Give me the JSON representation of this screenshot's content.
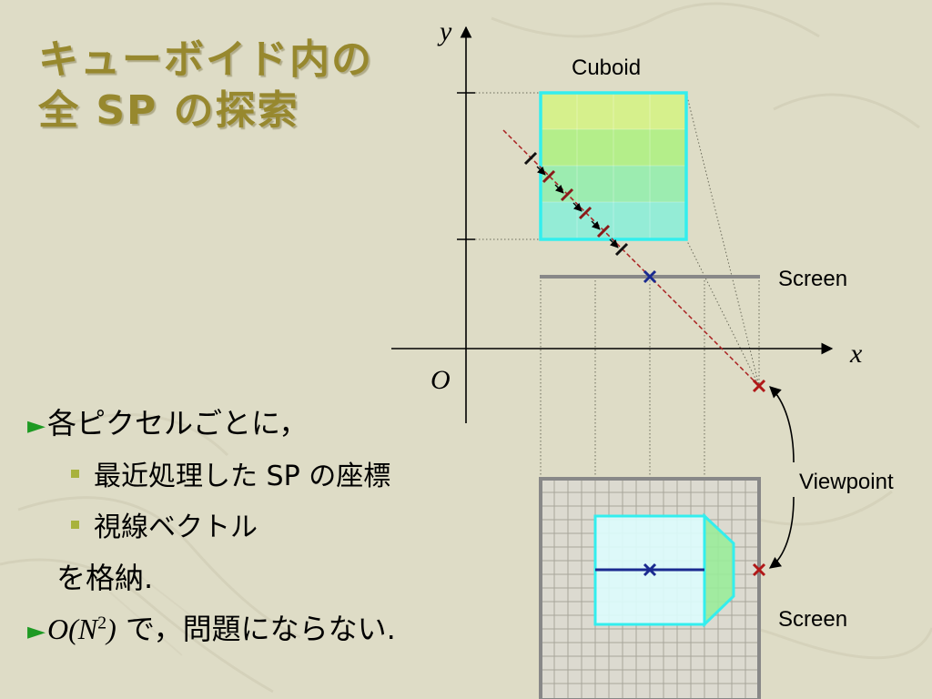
{
  "title": {
    "line1": "キューボイド内の",
    "line2": "全 SP の探索"
  },
  "bullets": {
    "b1": "各ピクセルごとに，",
    "sub1": "最近処理した SP の座標",
    "sub2": "視線ベクトル",
    "cont": "を格納.",
    "b2_func": "O",
    "b2_open": "(",
    "b2_var": "N",
    "b2_exp": "2",
    "b2_close": ")",
    "b2_text": " で，問題にならない."
  },
  "diagram": {
    "y_label": "y",
    "x_label": "x",
    "origin_label": "O",
    "cuboid_label": "Cuboid",
    "screen_label": "Screen",
    "viewpoint_label": "Viewpoint",
    "screen_label_2": "Screen"
  },
  "colors": {
    "title": "#97882e",
    "bullet_arrow": "#1e9a23",
    "cuboid_border": "#33eeee",
    "ray": "#aa2222",
    "screen_cross": "#1a2a90",
    "viewpoint_cross": "#b01818"
  }
}
